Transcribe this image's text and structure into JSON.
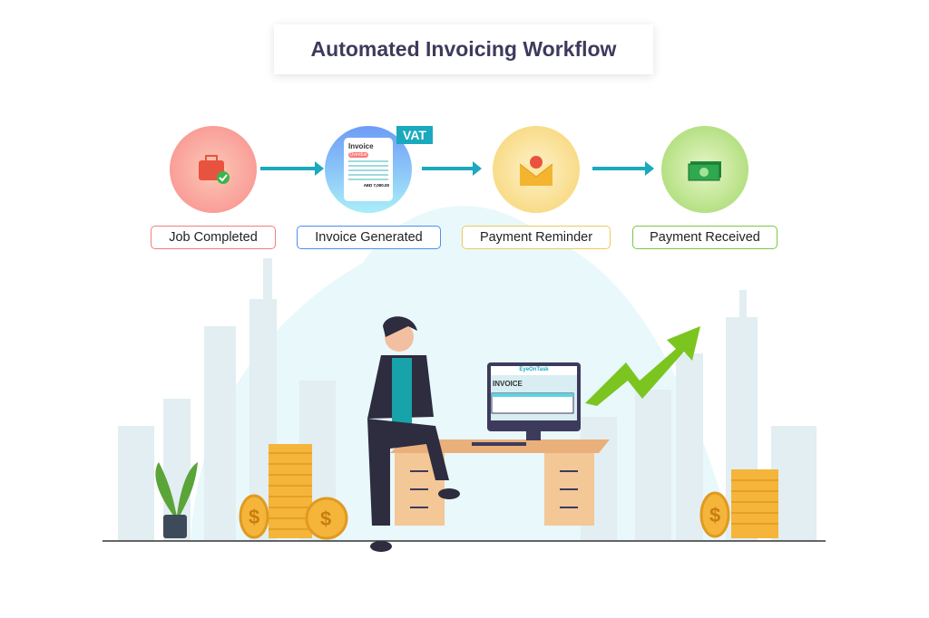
{
  "title": "Automated Invoicing Workflow",
  "steps": [
    {
      "label": "Job Completed",
      "color": "#f47c7c",
      "icon": "briefcase-check-icon"
    },
    {
      "label": "Invoice Generated",
      "color": "#4c8df6",
      "icon": "invoice-document-icon"
    },
    {
      "label": "Payment Reminder",
      "color": "#f2c75c",
      "icon": "envelope-bell-icon"
    },
    {
      "label": "Payment Received",
      "color": "#7dc843",
      "icon": "cash-icon"
    }
  ],
  "invoice_doc": {
    "title": "Invoice",
    "badge": "Overdue",
    "amount": "AED 7,000.00",
    "tag": "VAT"
  },
  "monitor": {
    "brand": "EyeOnTask",
    "heading": "INVOICE"
  }
}
